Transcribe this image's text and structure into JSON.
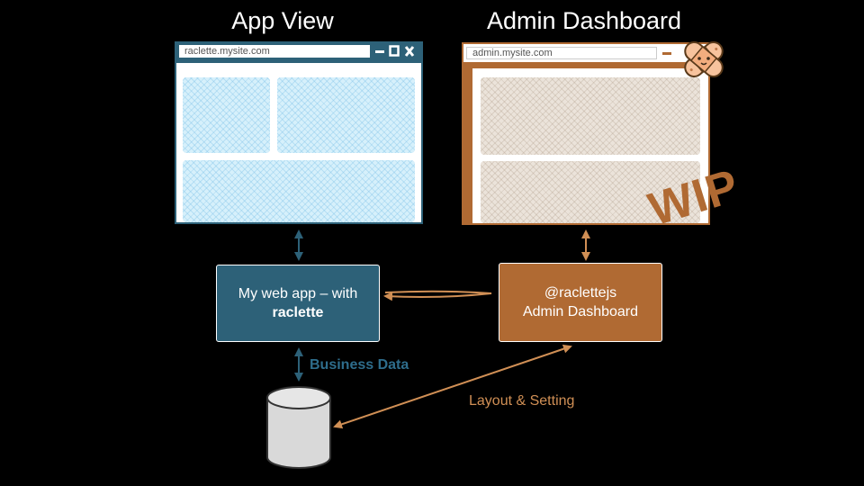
{
  "app_view": {
    "title": "App View",
    "url": "raclette.mysite.com"
  },
  "admin_view": {
    "title": "Admin Dashboard",
    "url": "admin.mysite.com",
    "badge": "WIP"
  },
  "nodes": {
    "web_app": {
      "line1": "My web app – with",
      "line2": "raclette"
    },
    "admin_pkg": {
      "line1": "@raclettejs",
      "line2": "Admin Dashboard"
    }
  },
  "edges": {
    "business_data": "Business Data",
    "layout_setting": "Layout & Setting"
  },
  "colors": {
    "blue": "#2d6178",
    "orange": "#b06a33",
    "label_blue": "#2e6d8c",
    "label_orange": "#d08f55"
  }
}
